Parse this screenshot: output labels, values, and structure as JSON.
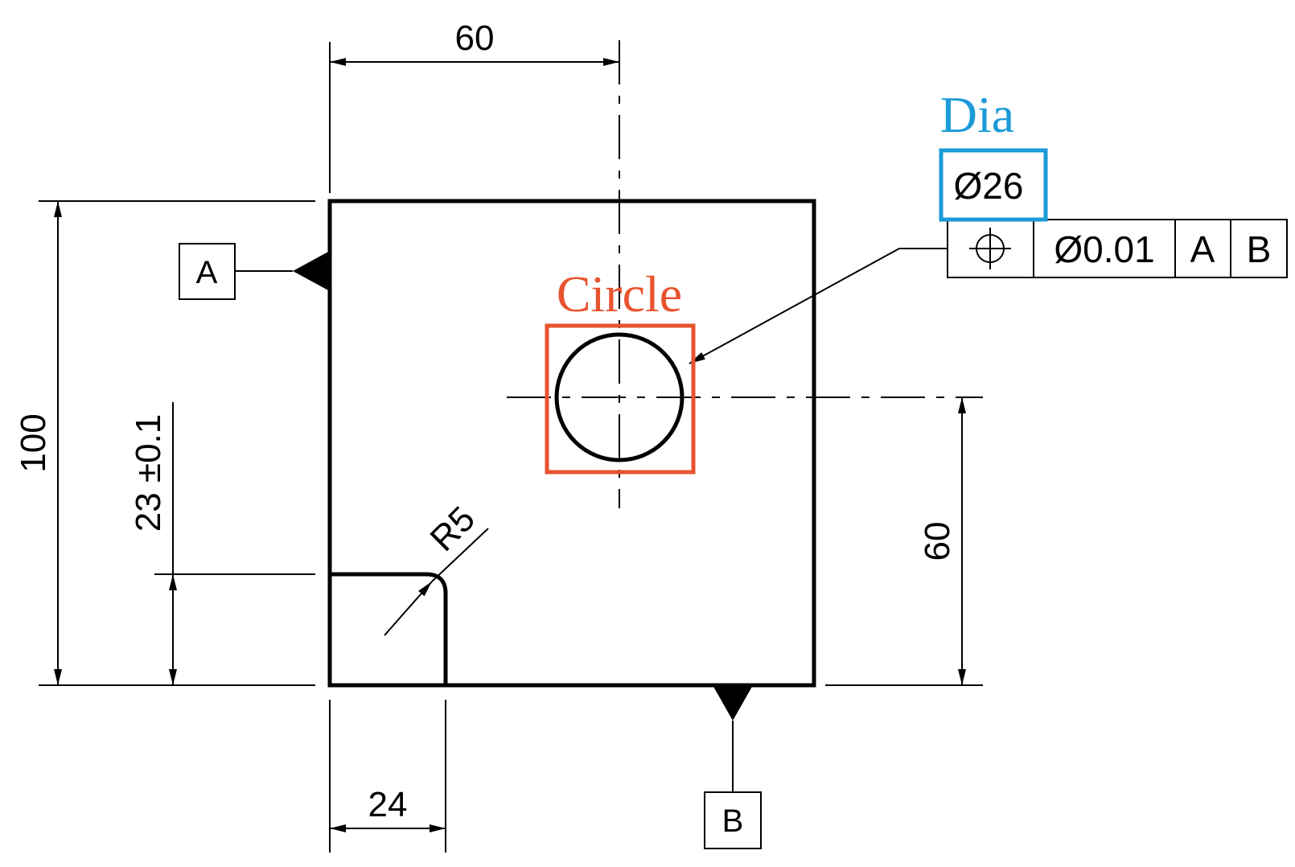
{
  "dimensions": {
    "top_width": "60",
    "total_height": "100",
    "notch_height": "23 ±0.1",
    "notch_radius": "R5",
    "hole_vertical": "60",
    "notch_width": "24"
  },
  "hole_size": "Ø26",
  "feature_control_frame": {
    "symbol": "position-icon",
    "tolerance": "Ø0.01",
    "datum_primary": "A",
    "datum_secondary": "B"
  },
  "datums": {
    "left": "A",
    "bottom": "B"
  },
  "annotations": {
    "circle": {
      "label": "Circle",
      "color": "#e8532f"
    },
    "diameter": {
      "label": "Dia",
      "color": "#1b9bd7"
    }
  }
}
